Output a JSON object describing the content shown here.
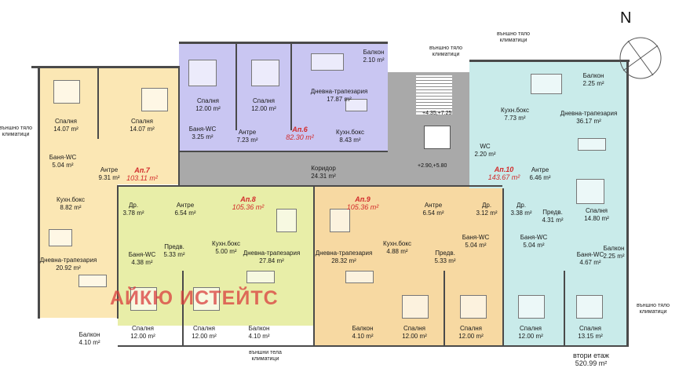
{
  "labels": {
    "apt6": "Ап.6",
    "apt6_area": "82.30 m²",
    "apt7": "Ап.7",
    "apt7_area": "103.11 m²",
    "apt8": "Ап.8",
    "apt8_area": "105.36 m²",
    "apt9": "Ап.9",
    "apt9_area": "105.36 m²",
    "apt10": "Ап.10",
    "apt10_area": "143.67 m²",
    "corridor": "Коридор",
    "corridor_area": "24.31 m²",
    "stairs_level": "+4.35,+7.25",
    "elevator_level": "+2.90,+5.80",
    "ext_units_1": "външно тяло\nклиматици",
    "ext_units_2": "външно тяло\nклиматици",
    "ext_units_left": "външно тяло\nклиматици",
    "ext_units_right": "външно тяло\nклиматици",
    "ext_units_bottom": "външни тела\nклиматици",
    "watermark": "АЙКЮ ИСТЕЙТС",
    "north": "N",
    "floor_name": "втори етаж",
    "floor_area": "520.99 m²"
  },
  "rooms": {
    "a6_bed1": [
      "Спалня",
      "12.00 m²"
    ],
    "a6_bed2": [
      "Спалня",
      "12.00 m²"
    ],
    "a6_living": [
      "Дневна-трапезария",
      "17.87 m²"
    ],
    "a6_balcony": [
      "Балкон",
      "2.10 m²"
    ],
    "a6_bath": [
      "Баня-WC",
      "3.25 m²"
    ],
    "a6_hall": [
      "Антре",
      "7.23 m²"
    ],
    "a6_kitchen": [
      "Кухн.бокс",
      "8.43 m²"
    ],
    "a7_bed1": [
      "Спалня",
      "14.07 m²"
    ],
    "a7_bed2": [
      "Спалня",
      "14.07 m²"
    ],
    "a7_bath": [
      "Баня-WC",
      "5.04 m²"
    ],
    "a7_hall": [
      "Антре",
      "9.31 m²"
    ],
    "a7_kitchen": [
      "Кухн.бокс",
      "8.82 m²"
    ],
    "a7_living": [
      "Дневна-трапезария",
      "20.92 m²"
    ],
    "a7_balcony": [
      "Балкон",
      "4.10 m²"
    ],
    "a8_storage": [
      "Др.",
      "3.78 m²"
    ],
    "a8_hall": [
      "Антре",
      "6.54 m²"
    ],
    "a8_prehall": [
      "Предв.",
      "5.33 m²"
    ],
    "a8_kitchen": [
      "Кухн.бокс",
      "5.00 m²"
    ],
    "a8_living": [
      "Дневна-трапезария",
      "27.84 m²"
    ],
    "a8_bath": [
      "Баня-WC",
      "4.38 m²"
    ],
    "a8_bed1": [
      "Спалня",
      "12.00 m²"
    ],
    "a8_bed2": [
      "Спалня",
      "12.00 m²"
    ],
    "a8_balcony": [
      "Балкон",
      "4.10 m²"
    ],
    "a9_living": [
      "Дневна-трапезария",
      "28.32 m²"
    ],
    "a9_kitchen": [
      "Кухн.бокс",
      "4.88 m²"
    ],
    "a9_hall": [
      "Антре",
      "6.54 m²"
    ],
    "a9_storage": [
      "Др.",
      "3.12 m²"
    ],
    "a9_bath": [
      "Баня-WC",
      "5.04 m²"
    ],
    "a9_prehall": [
      "Предв.",
      "5.33 m²"
    ],
    "a9_bed1": [
      "Спалня",
      "12.00 m²"
    ],
    "a9_bed2": [
      "Спалня",
      "12.00 m²"
    ],
    "a9_balcony": [
      "Балкон",
      "4.10 m²"
    ],
    "a10_balcony1": [
      "Балкон",
      "2.25 m²"
    ],
    "a10_kitchen": [
      "Кухн.бокс",
      "7.73 m²"
    ],
    "a10_living": [
      "Дневна-трапезария",
      "36.17 m²"
    ],
    "a10_wc": [
      "WC",
      "2.20 m²"
    ],
    "a10_hall": [
      "Антре",
      "6.46 m²"
    ],
    "a10_storage": [
      "Др.",
      "3.38 m²"
    ],
    "a10_prehall": [
      "Предв.",
      "4.31 m²"
    ],
    "a10_bed1": [
      "Спалня",
      "14.80 m²"
    ],
    "a10_bath1": [
      "Баня-WC",
      "5.04 m²"
    ],
    "a10_bath2": [
      "Баня-WC",
      "4.67 m²"
    ],
    "a10_balcony2": [
      "Балкон",
      "2.25 m²"
    ],
    "a10_bed2": [
      "Спалня",
      "12.00 m²"
    ],
    "a10_bed3": [
      "Спалня",
      "13.15 m²"
    ]
  },
  "colors": {
    "apt6": "#c9c6f2",
    "apt7": "#fbe7b4",
    "apt8": "#e8eea8",
    "apt9": "#f7d9a2",
    "apt10": "#c9ebea",
    "core": "#a9a9a9",
    "apt_label": "#d22a2a"
  }
}
